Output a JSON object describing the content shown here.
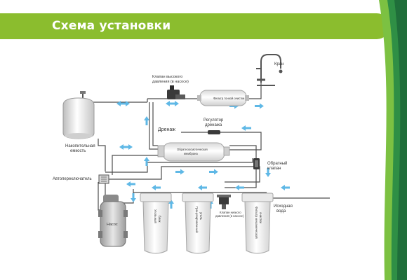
{
  "header": {
    "title": "Схема установки"
  },
  "labels": {
    "faucet": "Кран",
    "high_pressure_valve_l1": "Клапан высокого",
    "high_pressure_valve_l2": "давления (в насосе)",
    "fine_filter": "Фильтр тонкой очистки",
    "storage_tank_l1": "Накопительная",
    "storage_tank_l2": "емкость",
    "drain": "Дренаж",
    "drain_regulator_l1": "Регулятор",
    "drain_regulator_l2": "дренажа",
    "membrane_l1": "Обратноосмотическая",
    "membrane_l2": "мембрана",
    "check_valve_l1": "Обратный",
    "check_valve_l2": "клапан",
    "auto_switch": "Автопереключатель",
    "pump": "Насос",
    "low_pressure_valve_l1": "Клапан низкого",
    "low_pressure_valve_l2": "давления (в насосе)",
    "source_water_l1": "Исходная",
    "source_water_l2": "вода",
    "carbon_block_l1": "Угольный",
    "carbon_block_l2": "блок",
    "granular_carbon_l1": "Гранулированный",
    "granular_carbon_l2": "уголь",
    "mechanical_filter_l1": "Фильтр механической",
    "mechanical_filter_l2": "очистки"
  },
  "colors": {
    "header": "#8bbd2e",
    "corner_dark": "#1f6e3a",
    "corner_mid": "#2f8f45",
    "corner_light": "#7cc142",
    "pipe": "#4d4d4d",
    "arrow": "#5fb8e6",
    "housing": "#e9e9e9",
    "text": "#333333"
  }
}
